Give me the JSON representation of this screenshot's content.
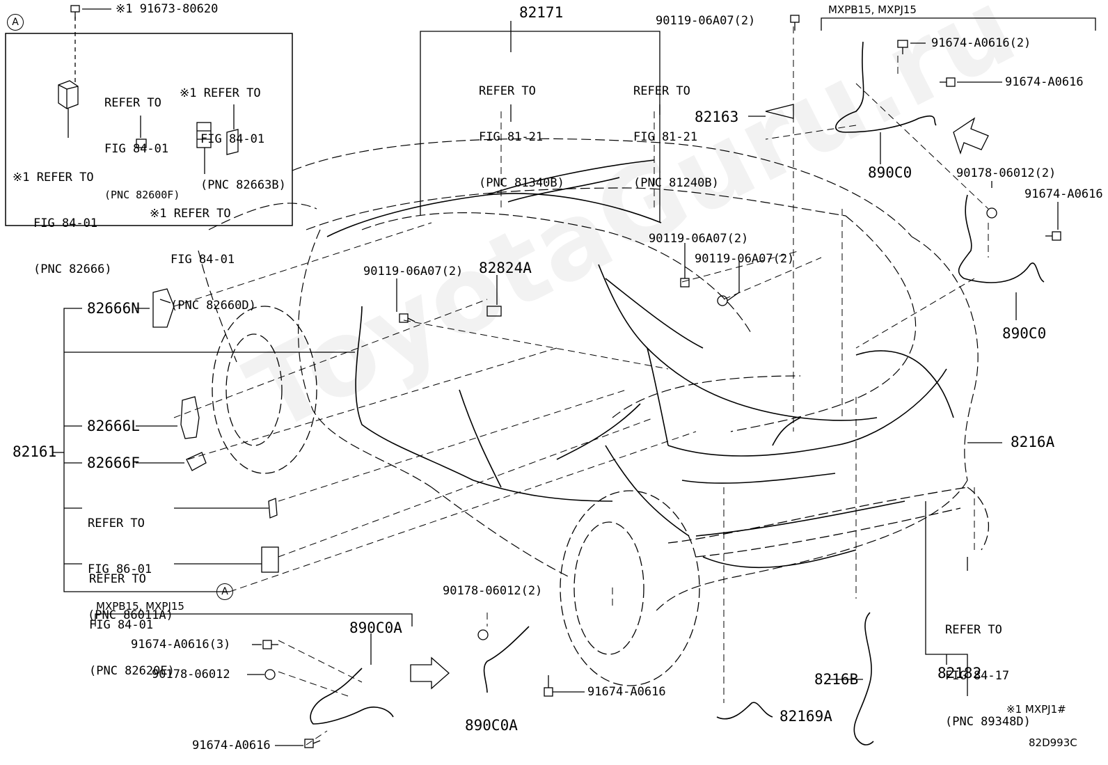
{
  "diagram_id": "82D993C",
  "footnote": "※1 MXPJ1#",
  "watermark": "ToyotaGuru.ru",
  "inset": {
    "marker": "A",
    "bolt_label": "※1 91673-80620",
    "refs": [
      [
        "REFER TO",
        "FIG 84-01",
        "(PNC 82600F)"
      ],
      [
        "※1 REFER TO",
        "FIG 84-01",
        "(PNC 82663B)"
      ],
      [
        "※1 REFER TO",
        "FIG 84-01",
        "(PNC 82666)"
      ],
      [
        "※1 REFER TO",
        "FIG 84-01",
        "(PNC 82660D)"
      ]
    ]
  },
  "top_labels": {
    "p82171": "82171",
    "ref_81340b": [
      "REFER TO",
      "FIG 81-21",
      "(PNC 81340B)"
    ],
    "ref_81240b": [
      "REFER TO",
      "FIG 81-21",
      "(PNC 81240B)"
    ],
    "bolt_top": "90119-06A07(2)",
    "p82163": "82163"
  },
  "right_group": {
    "heading": "MXPB15, MXPJ15",
    "bolt_a": "91674-A0616(2)",
    "bolt_b": "91674-A0616",
    "p890c0_top": "890C0",
    "clip": "90178-06012(2)",
    "bolt_c": "91674-A0616",
    "p890c0_mid": "890C0"
  },
  "center_labels": {
    "bolt_left": "90119-06A07(2)",
    "p82824a": "82824A",
    "bolt_mid1": "90119-06A07(2)",
    "bolt_mid2": "90119-06A07(2)"
  },
  "left_group": {
    "p82161": "82161",
    "p82666n": "82666N",
    "p82666l": "82666L",
    "p82666f": "82666F",
    "ref_86011a": [
      "REFER TO",
      "FIG 86-01",
      "(PNC 86011A)"
    ],
    "ref_82620e": [
      "REFER TO",
      "FIG 84-01",
      "(PNC 82620E)"
    ],
    "marker": "A"
  },
  "right_labels": {
    "p8216a": "8216A",
    "ref_89348d": [
      "REFER TO",
      "FIG 84-17",
      "(PNC 89348D)"
    ],
    "p82182": "82182",
    "p8216b": "8216B",
    "p82169a": "82169A"
  },
  "bottom_group": {
    "heading": "MXPB15, MXPJ15",
    "p890c0a": "890C0A",
    "bolt_3": "91674-A0616(3)",
    "clip": "90178-06012",
    "bolt_1": "91674-A0616",
    "clip_2": "90178-06012(2)",
    "bolt_2": "91674-A0616",
    "p890c0a_2": "890C0A"
  }
}
